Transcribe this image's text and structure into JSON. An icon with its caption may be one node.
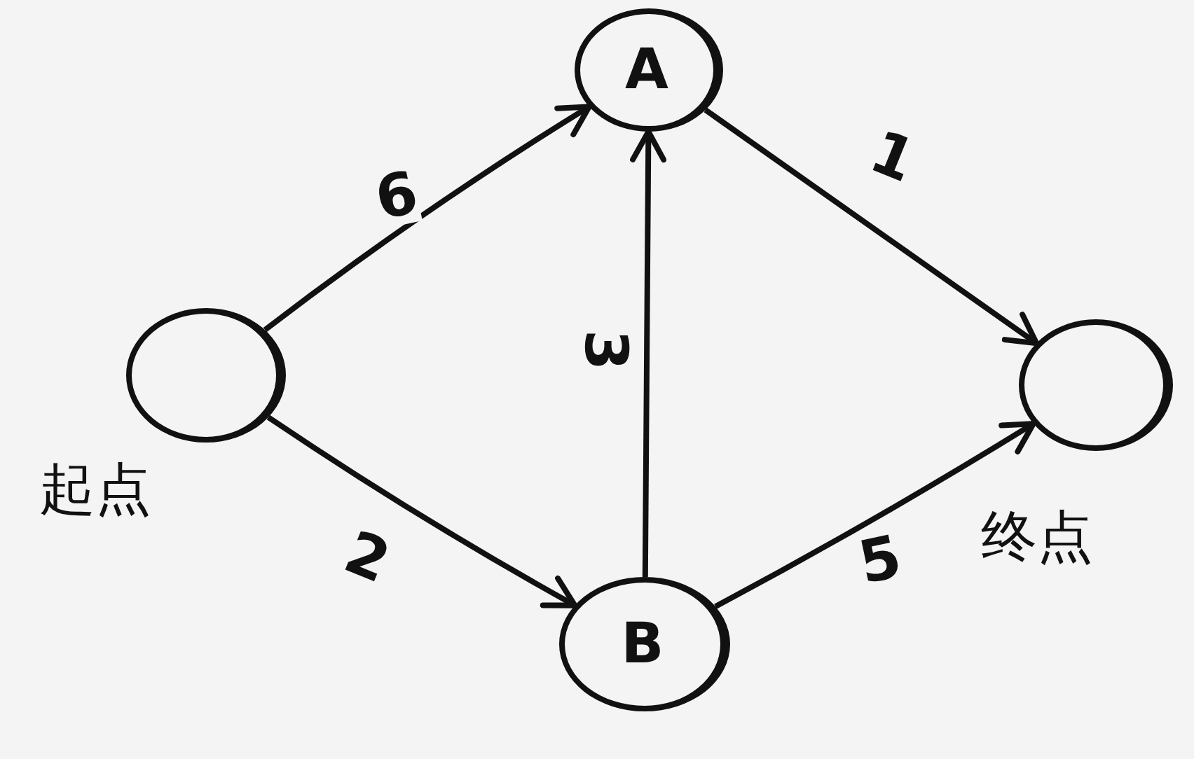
{
  "diagram": {
    "nodes": [
      {
        "text": [],
        "shape": "circle",
        "beside": [
          "起点"
        ]
      },
      {
        "text": [
          "A"
        ]
      },
      {
        "text": [
          "B"
        ]
      },
      {
        "text": [],
        "shape": "circle",
        "beside": [
          "终点"
        ]
      }
    ],
    "edges": [
      {
        "from": 0,
        "to": 1,
        "arrow": "to",
        "label": "6"
      },
      {
        "from": 0,
        "to": 2,
        "arrow": "to",
        "label": "2"
      },
      {
        "from": 2,
        "to": 1,
        "arrow": "to",
        "label": "3"
      },
      {
        "from": 1,
        "to": 3,
        "arrow": "to",
        "label": "1"
      },
      {
        "from": 2,
        "to": 3,
        "arrow": "to",
        "label": "5"
      }
    ]
  }
}
